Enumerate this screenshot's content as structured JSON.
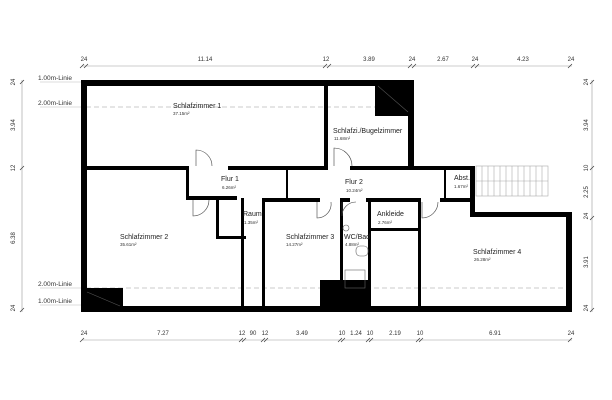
{
  "plan": {
    "level_lines": {
      "top_1m": "1.00m-Linie",
      "top_2m": "2.00m-Linie",
      "bottom_2m": "2.00m-Linie",
      "bottom_1m": "1.00m-Linie"
    },
    "rooms": [
      {
        "name": "Schlafzimmer 1",
        "area": "37.15m²"
      },
      {
        "name": "Schlafzi./Bugelzimmer",
        "area": "11.68m²"
      },
      {
        "name": "Flur 1",
        "area": "6.26m²"
      },
      {
        "name": "Flur 2",
        "area": "10.24m²"
      },
      {
        "name": "Abst.",
        "area": "1.67m²"
      },
      {
        "name": "Raum",
        "area": "1.35m²"
      },
      {
        "name": "Schlafzimmer 2",
        "area": "35.61m²"
      },
      {
        "name": "Schlafzimmer 3",
        "area": "14.27m²"
      },
      {
        "name": "WC/Bad",
        "area": "4.88m²"
      },
      {
        "name": "Ankleide",
        "area": "2.76m²"
      },
      {
        "name": "Schlafzimmer 4",
        "area": "26.28m²"
      }
    ],
    "dimensions": {
      "top": [
        "24",
        "11.14",
        "12",
        "3.89",
        "24",
        "2.67",
        "24",
        "4.23",
        "24"
      ],
      "bottom": [
        "24",
        "7.27",
        "12",
        "90",
        "12",
        "3.49",
        "10",
        "1.24",
        "10",
        "2.19",
        "10",
        "6.91",
        "24"
      ],
      "left": [
        "24",
        "3.94",
        "12",
        "6.38",
        "24"
      ],
      "right": [
        "24",
        "3.94",
        "10",
        "2.25",
        "24",
        "3.91",
        "24"
      ]
    },
    "colors": {
      "wall": "#000000",
      "dim_line": "#999999",
      "level_line": "#bbbbbb",
      "stair": "#aaaaaa"
    }
  }
}
